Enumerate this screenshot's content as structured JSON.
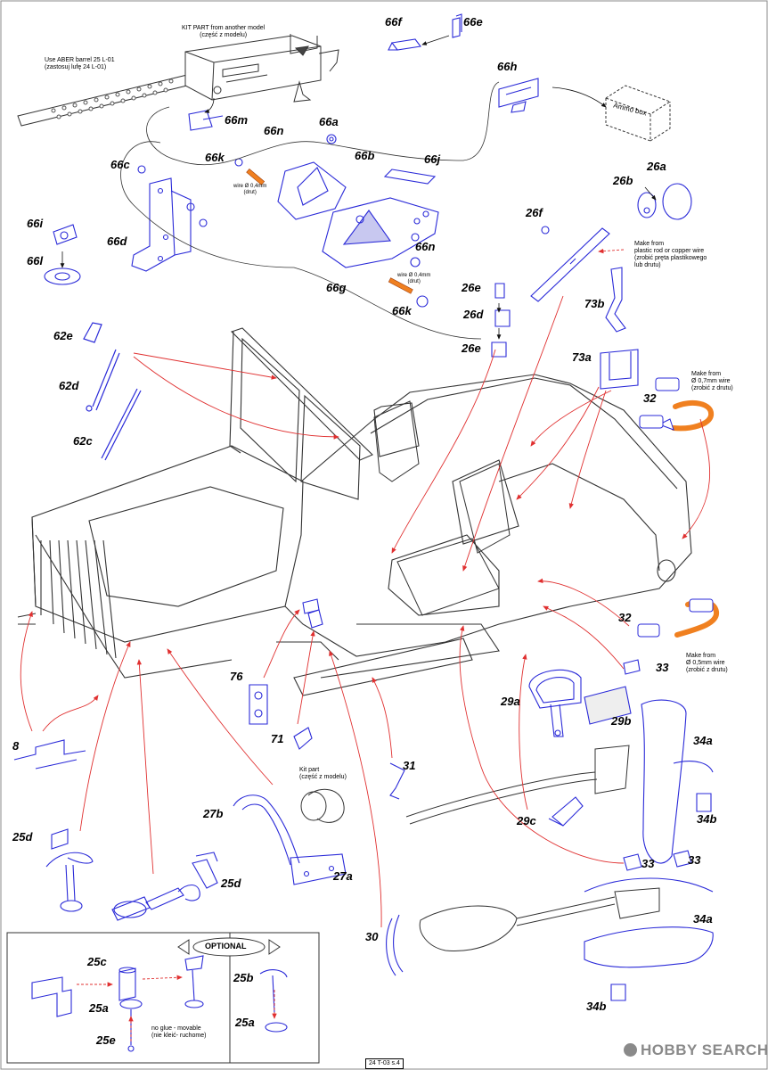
{
  "labels": {
    "l66f": "66f",
    "l66e": "66e",
    "l66h": "66h",
    "l66m": "66m",
    "l66n_top": "66n",
    "l66a": "66a",
    "l66k_top": "66k",
    "l66b": "66b",
    "l66j": "66j",
    "l66c": "66c",
    "l66i": "66i",
    "l66l": "66l",
    "l66d": "66d",
    "l66g": "66g",
    "l66n_bot": "66n",
    "l66k_bot": "66k",
    "l26a": "26a",
    "l26b": "26b",
    "l26f": "26f",
    "l26e_top": "26e",
    "l26d": "26d",
    "l26e_bot": "26e",
    "l73b": "73b",
    "l73a": "73a",
    "l32_top": "32",
    "l32_bot": "32",
    "l62e": "62e",
    "l62d": "62d",
    "l62c": "62c",
    "l76": "76",
    "l71": "71",
    "l8": "8",
    "l31": "31",
    "l30": "30",
    "l29a": "29a",
    "l29b": "29b",
    "l29c": "29c",
    "l33_a": "33",
    "l33_b": "33",
    "l33_c": "33",
    "l34a_top": "34a",
    "l34b_top": "34b",
    "l34a_bot": "34a",
    "l34b_bot": "34b",
    "l25d_left": "25d",
    "l25d_right": "25d",
    "l27b": "27b",
    "l27a": "27a",
    "l25c": "25c",
    "l25a_left": "25a",
    "l25e": "25e",
    "l25b": "25b",
    "l25a_right": "25a"
  },
  "notes": {
    "kit_part_top": "KIT PART from another model\n(część z modelu)",
    "aber_barrel": "Use ABER barrel 25 L-01\n(zastosuj lufę 24 L-01)",
    "ammo_box": "Ammo box",
    "wire_04_top": "wire Ø 0,4mm\n(drut)",
    "wire_04_bot": "wire Ø 0,4mm\n(drut)",
    "make_from_rod": "Make from\nplastic rod or copper wire\n(zrobić pręta plastikowego\nlub drutu)",
    "make_from_07": "Make from\nØ 0,7mm wire\n(zrobić z drutu)",
    "make_from_05": "Make from\nØ 0,5mm wire\n(zrobić z drutu)",
    "kit_part_bottom": "Kit part\n(część z modelu)",
    "no_glue": "no glue - movable\n(nie kleić- ruchome)",
    "optional": "OPTIONAL",
    "page_number": "24 T-03 s.4"
  },
  "watermark": {
    "text": "HOBBY SEARCH"
  },
  "colors": {
    "outline": "#333333",
    "etch": "#2a2ad8",
    "arrow": "#e03030",
    "wire": "#f08020",
    "watermark": "#8a8a8a"
  }
}
